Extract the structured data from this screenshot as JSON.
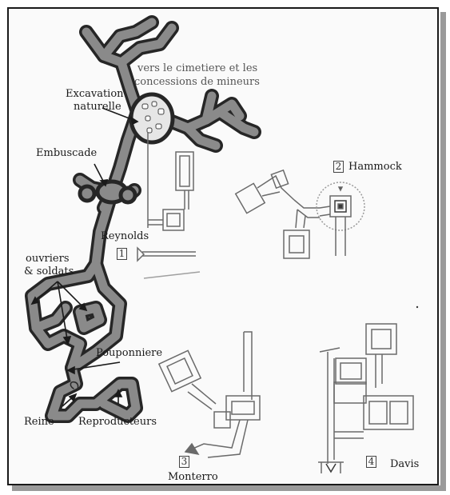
{
  "map": {
    "labels": {
      "cemetery": "vers le cimetiere et les",
      "concessions": "concessions de mineurs",
      "excavation_line1": "Excavation",
      "excavation_line2": "naturelle",
      "embuscade": "Embuscade",
      "reynolds": "Reynolds",
      "ouvriers_line1": "ouvriers",
      "ouvriers_line2": "& soldats",
      "pouponniere": "Pouponniere",
      "reine": "Reine",
      "reproducteurs": "Reproducteurs",
      "hammock": "Hammock",
      "monterro": "Monterro",
      "davis": "Davis"
    },
    "room_numbers": {
      "reynolds": "1",
      "hammock": "2",
      "monterro": "3",
      "davis": "4"
    },
    "colors": {
      "tunnel_outline": "#2a2a2a",
      "tunnel_fill": "#8a8a8a",
      "pencil": "#6a6a6a"
    }
  }
}
